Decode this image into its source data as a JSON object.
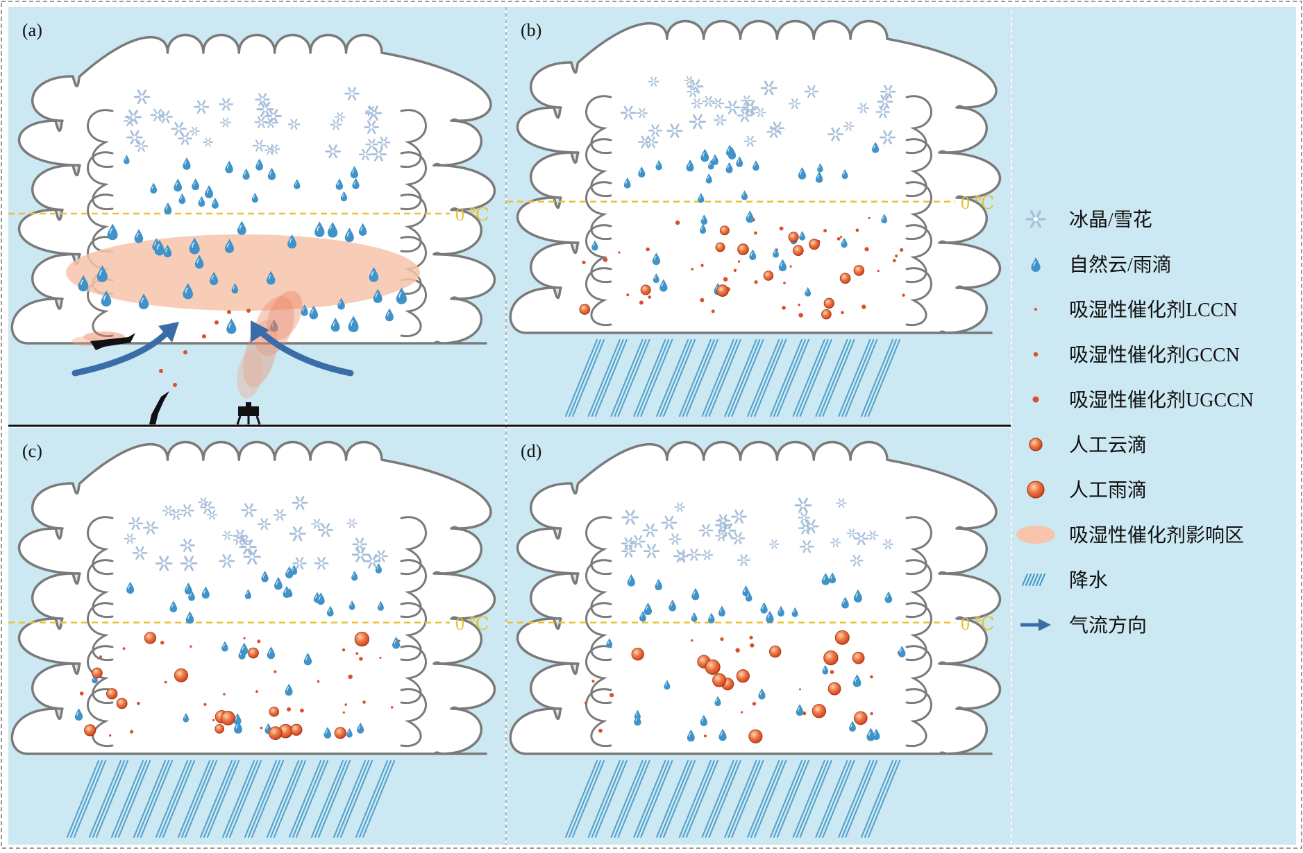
{
  "panels": [
    {
      "id": "a",
      "label": "(a)",
      "freezing_label": "0 ℃"
    },
    {
      "id": "b",
      "label": "(b)",
      "freezing_label": "0 ℃"
    },
    {
      "id": "c",
      "label": "(c)",
      "freezing_label": "0 ℃"
    },
    {
      "id": "d",
      "label": "(d)",
      "freezing_label": "0 ℃"
    }
  ],
  "legend": {
    "items": [
      {
        "key": "ice",
        "label": "冰晶/雪花",
        "icon": "snowflake-icon"
      },
      {
        "key": "drop",
        "label": "自然云/雨滴",
        "icon": "water-drop-icon"
      },
      {
        "key": "lccn",
        "label": "吸湿性催化剂LCCN",
        "icon": "tiny-dot-icon"
      },
      {
        "key": "gccn",
        "label": "吸湿性催化剂GCCN",
        "icon": "small-dot-icon"
      },
      {
        "key": "ugccn",
        "label": "吸湿性催化剂UGCCN",
        "icon": "dot-icon"
      },
      {
        "key": "cloud_drop",
        "label": "人工云滴",
        "icon": "orange-droplet-icon"
      },
      {
        "key": "rain_drop",
        "label": "人工雨滴",
        "icon": "orange-raindrop-icon"
      },
      {
        "key": "zone",
        "label": "吸湿性催化剂影响区",
        "icon": "pink-ellipse-icon"
      },
      {
        "key": "precip",
        "label": "降水",
        "icon": "rain-streak-icon"
      },
      {
        "key": "flow",
        "label": "气流方向",
        "icon": "arrow-right-icon"
      }
    ]
  },
  "colors": {
    "sky": "#cce8f2",
    "cloud_fill": "#ffffff",
    "cloud_edge": "#7a7a7a",
    "ice": "#a8bfda",
    "drop": "#3f93c8",
    "seed": "#d9502a",
    "artificial_drop": "#e55a30",
    "zone": "#f7c4ac",
    "rain": "#3b95c4",
    "flow": "#3a6ca8",
    "freezing": "#e8c232",
    "ground": "#111111"
  }
}
